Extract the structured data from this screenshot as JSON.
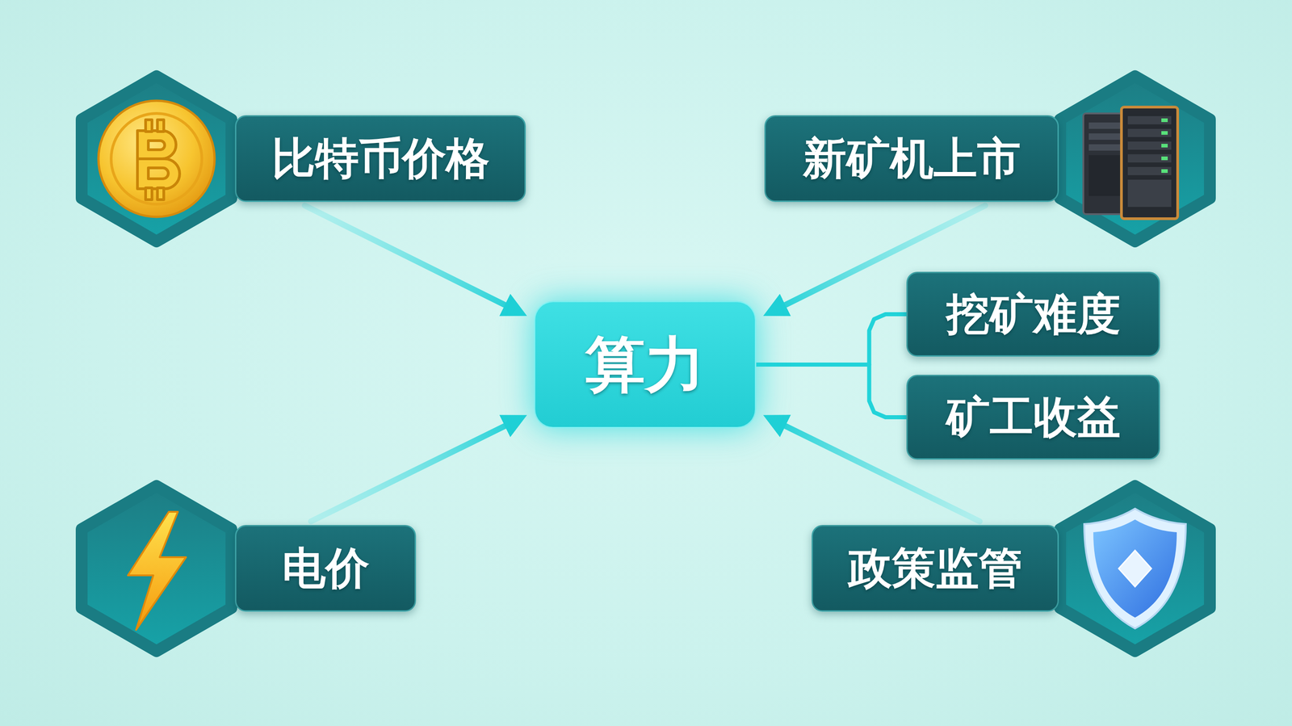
{
  "diagram": {
    "nodes": [
      {
        "text": [
          "比特币价格"
        ]
      },
      {
        "text": [
          "新矿机上市"
        ]
      },
      {
        "text": [
          "算力"
        ]
      },
      {
        "text": [
          "挖矿难度"
        ]
      },
      {
        "text": [
          "矿工收益"
        ]
      },
      {
        "text": [
          "电价"
        ]
      },
      {
        "text": [
          "政策监管"
        ]
      }
    ],
    "edges": [
      {
        "from": 0,
        "to": 2,
        "arrow": "to"
      },
      {
        "from": 1,
        "to": 2,
        "arrow": "to"
      },
      {
        "from": 5,
        "to": 2,
        "arrow": "to"
      },
      {
        "from": 6,
        "to": 2,
        "arrow": "to"
      },
      {
        "from": 2,
        "to": 3,
        "arrow": "none"
      },
      {
        "from": 2,
        "to": 4,
        "arrow": "none"
      }
    ]
  }
}
